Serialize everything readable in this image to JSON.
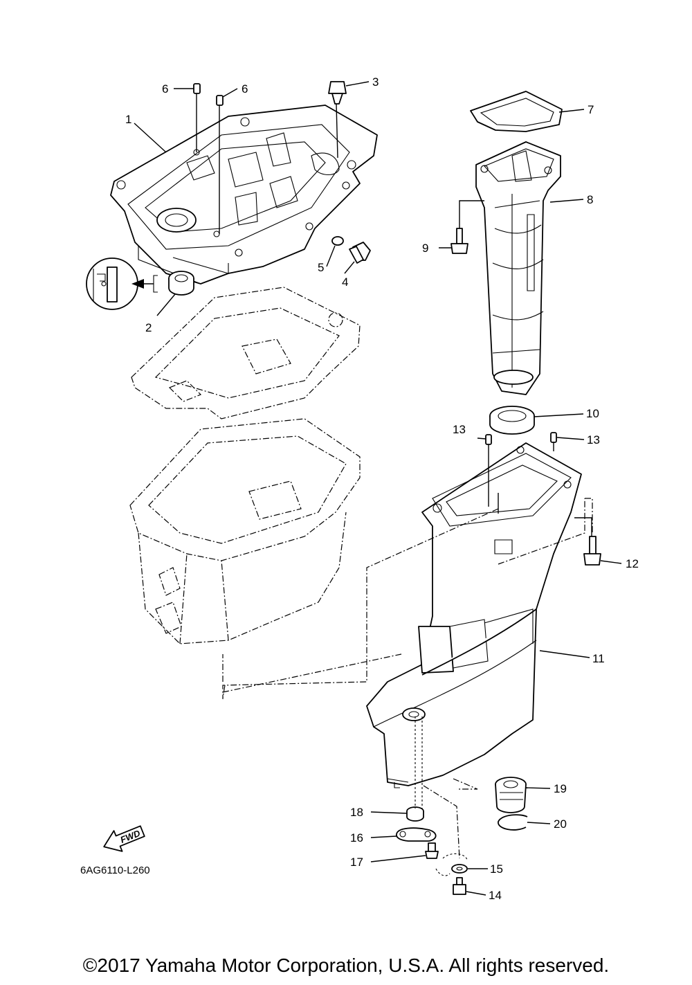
{
  "labels": {
    "l1": "1",
    "l2": "2",
    "l3": "3",
    "l4": "4",
    "l5": "5",
    "l6a": "6",
    "l6b": "6",
    "l7": "7",
    "l8": "8",
    "l9": "9",
    "l10": "10",
    "l11": "11",
    "l12": "12",
    "l13a": "13",
    "l13b": "13",
    "l14": "14",
    "l15": "15",
    "l16": "16",
    "l17": "17",
    "l18": "18",
    "l19": "19",
    "l20": "20"
  },
  "fwd_arrow": "FWD",
  "diagram_code": "6AG6110-L260",
  "copyright": "©2017 Yamaha Motor Corporation, U.S.A. All rights reserved."
}
